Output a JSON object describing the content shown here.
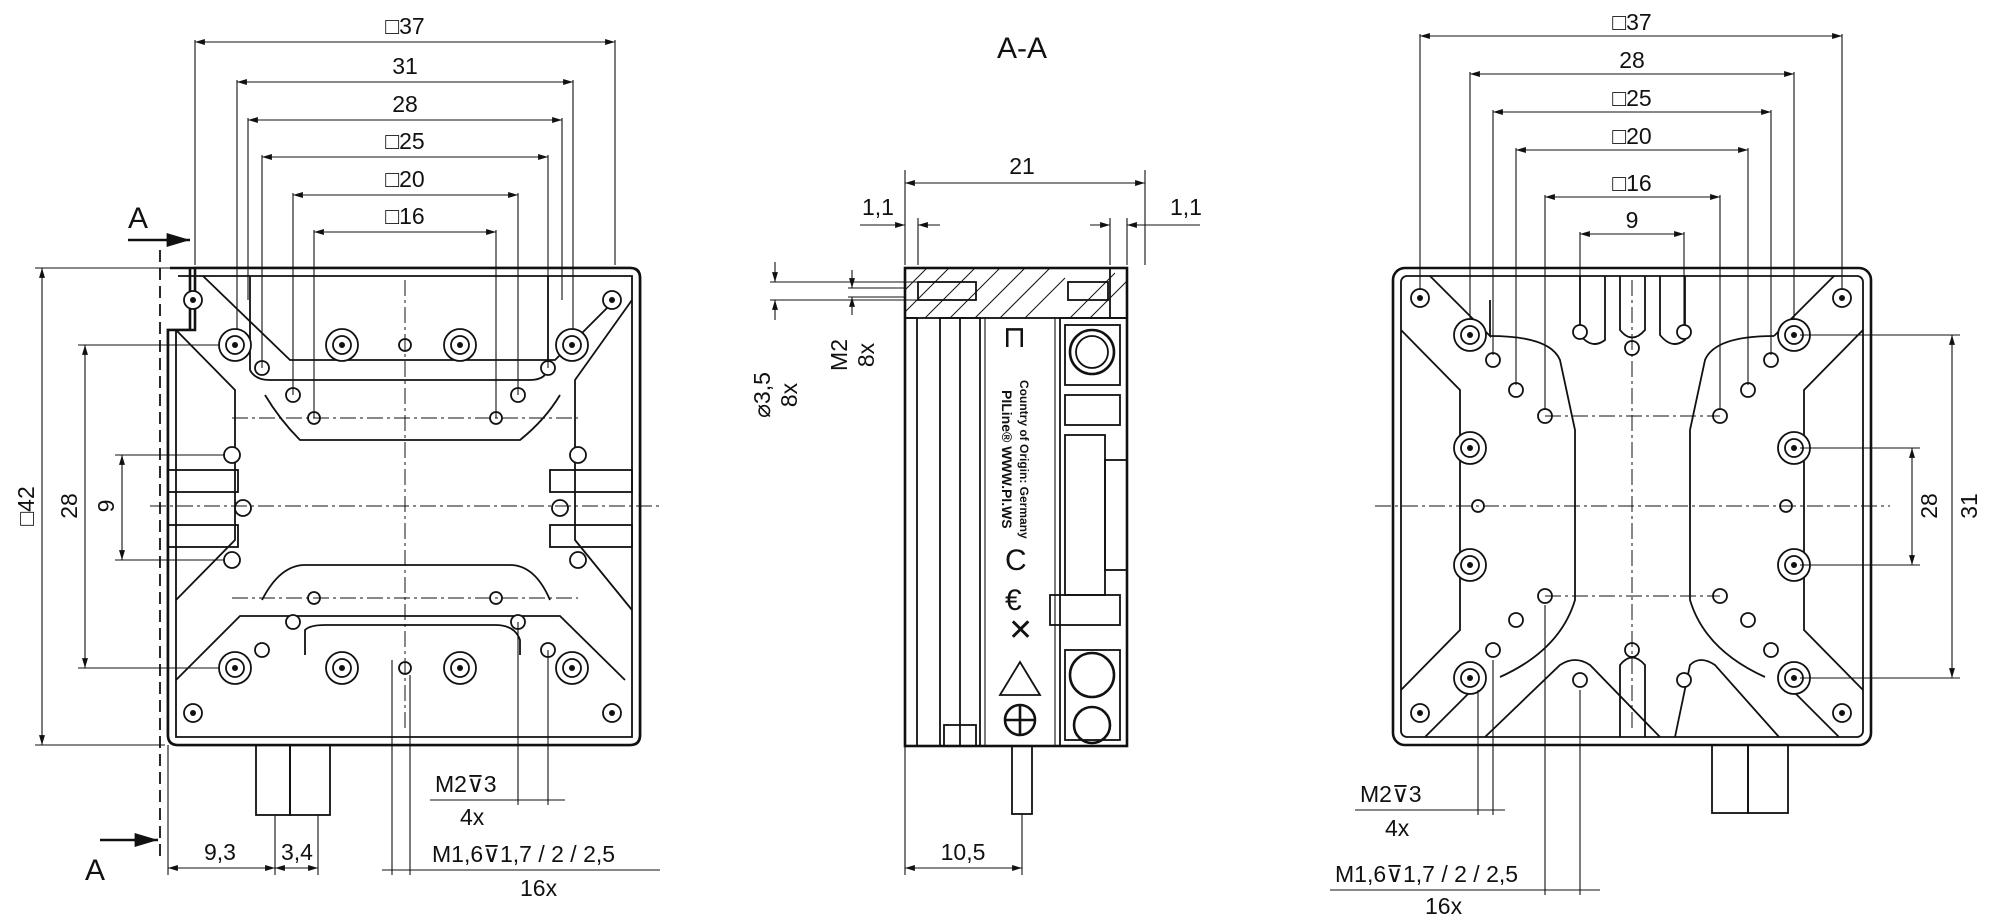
{
  "section_title": "A-A",
  "section_marker": "A",
  "left_view": {
    "top_dims": [
      "□37",
      "31",
      "28",
      "□25",
      "□20",
      "□16"
    ],
    "side_dims": [
      "□42",
      "28",
      "9"
    ],
    "bottom_dims": [
      "9,3",
      "3,4"
    ],
    "callout_m2": "M2⊽3",
    "callout_m2_count": "4x",
    "callout_m16": "M1,6⊽1,7 / 2 / 2,5",
    "callout_m16_count": "16x"
  },
  "section_view": {
    "top_dims": [
      "21",
      "1,1",
      "1,1"
    ],
    "side_dims": [
      "⌀3,5",
      "8x",
      "M2",
      "8x"
    ],
    "bottom_dims": [
      "10,5"
    ],
    "label_brand": "PILine® WWW.PI.WS",
    "label_origin": "Country of Origin: Germany"
  },
  "right_view": {
    "top_dims": [
      "□37",
      "28",
      "□25",
      "□20",
      "□16",
      "9"
    ],
    "side_dims": [
      "28",
      "31"
    ],
    "callout_m2": "M2⊽3",
    "callout_m2_count": "4x",
    "callout_m16": "M1,6⊽1,7 / 2 / 2,5",
    "callout_m16_count": "16x"
  }
}
